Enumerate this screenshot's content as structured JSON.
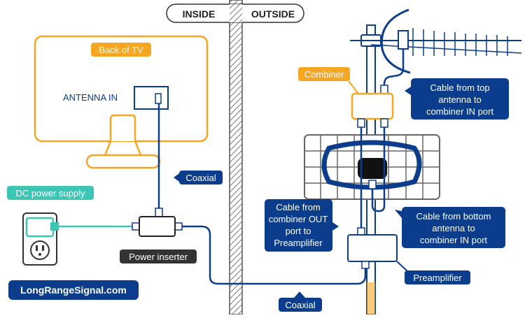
{
  "header": {
    "inside": "INSIDE",
    "outside": "OUTSIDE"
  },
  "tv": {
    "label": "Back of TV",
    "port_label": "ANTENNA IN"
  },
  "power": {
    "supply_label": "DC power supply",
    "inserter_label": "Power inserter"
  },
  "cables": {
    "coaxial_top": "Coaxial",
    "coaxial_bottom": "Coaxial",
    "combiner_to_preamp": [
      "Cable from",
      "combiner OUT",
      "port to",
      "Preamplifier"
    ],
    "top_antenna": [
      "Cable from top",
      "antenna to",
      "combiner IN port"
    ],
    "bottom_antenna": [
      "Cable from bottom",
      "antenna to",
      "combiner IN port"
    ]
  },
  "devices": {
    "combiner_label": "Combiner",
    "preamp_label": "Preamplifier"
  },
  "brand": {
    "name": "LongRangeSignal.com"
  },
  "colors": {
    "navy": "#0b3d8c",
    "orange": "#f5a623",
    "teal": "#3cc7b4",
    "gray": "#555555"
  }
}
